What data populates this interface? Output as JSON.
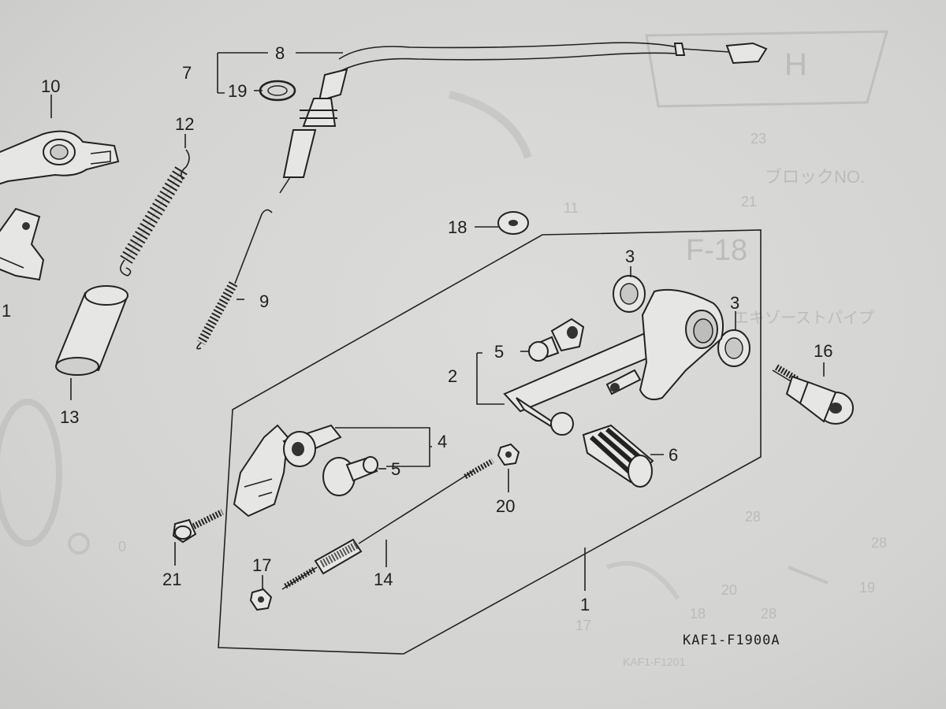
{
  "diagram": {
    "code": "KAF1-F1900A",
    "callouts": {
      "c1": "1",
      "c2": "2",
      "c3a": "3",
      "c3b": "3",
      "c4": "4",
      "c5a": "5",
      "c5b": "5",
      "c6": "6",
      "c7": "7",
      "c8": "8",
      "c9": "9",
      "c10": "10",
      "c11": "1",
      "c12": "12",
      "c13": "13",
      "c14": "14",
      "c16": "16",
      "c17": "17",
      "c18": "18",
      "c19": "19",
      "c20": "20",
      "c21": "21"
    },
    "bleed_through": {
      "b23": "23",
      "bkata1": "ブロックNO.",
      "b21": "21",
      "b11": "11",
      "bF": "F-18",
      "bkata2": "エキゾーストパイプ",
      "b28a": "28",
      "b28b": "28",
      "b20": "20",
      "b19": "19",
      "b18": "18",
      "b28c": "28",
      "b17": "17",
      "bH": "H",
      "bcode": "KAF1-F1201",
      "b0": "0"
    }
  }
}
